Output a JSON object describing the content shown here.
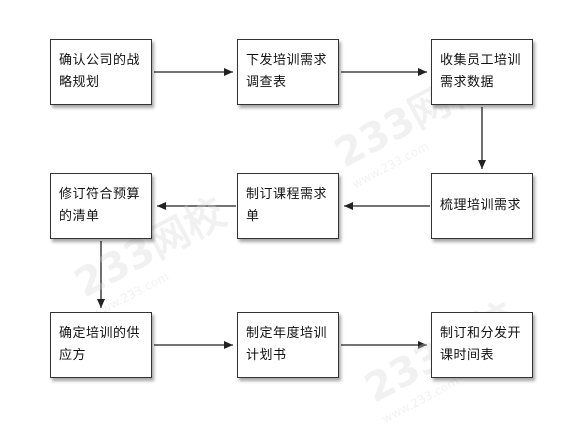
{
  "nodes": [
    {
      "id": "n1",
      "label": "确认公司的战略规划"
    },
    {
      "id": "n2",
      "label": "下发培训需求调查表"
    },
    {
      "id": "n3",
      "label": "收集员工培训需求数据"
    },
    {
      "id": "n4",
      "label": "梳理培训需求"
    },
    {
      "id": "n5",
      "label": "制订课程需求单"
    },
    {
      "id": "n6",
      "label": "修订符合预算的清单"
    },
    {
      "id": "n7",
      "label": "确定培训的供应方"
    },
    {
      "id": "n8",
      "label": "制定年度培训计划书"
    },
    {
      "id": "n9",
      "label": "制订和分发开课时间表"
    }
  ],
  "edges": [
    {
      "from": "n1",
      "to": "n2"
    },
    {
      "from": "n2",
      "to": "n3"
    },
    {
      "from": "n3",
      "to": "n4"
    },
    {
      "from": "n4",
      "to": "n5"
    },
    {
      "from": "n5",
      "to": "n6"
    },
    {
      "from": "n6",
      "to": "n7"
    },
    {
      "from": "n7",
      "to": "n8"
    },
    {
      "from": "n8",
      "to": "n9"
    }
  ],
  "watermark": {
    "brand": "233网校",
    "url": "www.233.com"
  }
}
